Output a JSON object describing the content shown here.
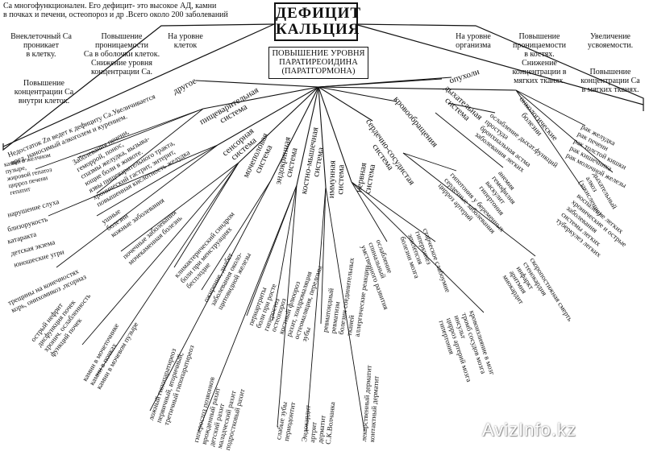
{
  "title": "ДЕФИЦИТ\nКАЛЬЦИЯ",
  "center": "ПОВЫШЕНИЕ УРОВНЯ\nПАРАТИРЕОИДИНА\n(ПАРАТГОРМОНА)",
  "intro": "Са многофункционален. Его дефицит- это высокое АД, камни\nв почках и печени, остеопороз и др .Всего около 200 заболеваний",
  "top_left": [
    "Внеклеточный Са\nпроникает\nв клетку.",
    "Повышение\nпроницаемости\nСа в оболочки клеток.\nСнижение уровня\nконцентрации Са.",
    "На уровне\nклеток",
    "Повышение\nконцентрации Са\nвнутри клеток."
  ],
  "top_right": [
    "На уровне\nорганизма",
    "Повышение\nпроницаемости\nв костях.\nСнижение\nконцентрации в\nмягких тканях.",
    "Увеличение\nусвояемости.",
    "Повышение\nконцентрации Са\nв мягких тканях."
  ],
  "categories": [
    "другое",
    "пищеварительная\nсистема",
    "сенсорная\nсистема",
    "мочеполовая\nсистема",
    "эндокринная\nсистема",
    "костно-мышечная\nсистема",
    "иммунная\nсистема",
    "нервная\nсистема",
    "сердечно-сосудистая\nсистема",
    "кровообращения",
    "дыхательная\nсистема",
    "опухоли",
    "онкологические\nболезни"
  ],
  "leaves": {
    "drugoe": "Недостаток Zn ведет к дефициту Са.Увеличивается\nвред, наносимый алкоголем и курением.",
    "digestive": "Заболевания печени,\nгеморрой, понос,\nспазмы желудка, вызыва-\nющие боли в животе.\nязвы пищеварительного тракта,\nхронический гастрит, энтерит,\nповышенная кислотность желудка",
    "digestive_left": "камни в желчном\nпузыре,\nжировой гепатоз\nцирроз печени\nгепатит",
    "sensory": [
      "нарушение слуха",
      "близорукость",
      "катаракта",
      "детская экзема",
      "юношеские угри"
    ],
    "sensory_extra": "ушные\nболезни\nкожные заболевания",
    "skin": "трещины на конечностях\nкорь, онихомикоз ,псориаз",
    "urinary_a": "почечные заболевания\nмочекаменная болезнь",
    "urinary_b": "климактерический синдром\nболи при менструациях\nбесплодие",
    "kidney": "острый нефрит\nдисфункция почек\nхронич. ослабленность\nфункций почек",
    "stones": "камни в мочеточнике\nкамни в почках\nкамни в мочевом пузыре",
    "endocrine": "ожирение, диабет\nзаболевания около-\nщитовидной железы",
    "endocrine_b": "ложный гипопаратиреоз\nпервичный, вторичный,\nтретичный гипопаратиреоз",
    "musculo": "остеопороз\nкостный флюороз\nрахит, хондромаляция\nостеомаляция, переломы\nзубы",
    "musculo_b": "периартриты\nболи при росте\nгиперостоз",
    "teeth": "слабые зубы\nпериодонтит",
    "rickets": "гиперостоз позвонков\nврожденный рахит\nдетский рахит\nмаладческий рахит\nподростковый рахит",
    "immune": "ревматоидный\nревматизм\nболезни соединительных\nтканей\nаллергические реакции",
    "immune_b": "Эндокардит\nартрит\nдерматит\nС.К.Волчанка",
    "derm": "лекарственный дерматит\nконтактный дерматит",
    "nervous": "старческое слабоумие\nгиперкинез\nэпилепсия\nболезни мозга",
    "nervous_b": "ослабление\nспинальный\nумственного развития",
    "stroke": "кровоизлияние в мозг\nтромб сосудов мозга\nинсульт\nцирроз артерий мозга\nгипертония",
    "cardio": "гипотония у беременных\nсердечные заболевания\nцирроз артерий",
    "heart": "скоропостижная смерть\nстенокардия\nинфаркт\nаритмия\nмиокардит",
    "blood": "анемия\nгемофилия\nваскулит\nгипертония",
    "resp": "ослабление дыхат.функций\nпростуда\nбронхиальная астма\nзаболевания легких",
    "lungs": "дыхательный\nалкоз\n(закисление)",
    "lungs_b": "воспаление легких\nхронические и острые\nзаболевания\nсистемы легких\nтуберкулез легких",
    "cancer": "рак желудка\nрак печени\nрак толстой кишки\nрак кишечника\nрак молочной железы"
  },
  "watermark": "AvizInfo.kz"
}
